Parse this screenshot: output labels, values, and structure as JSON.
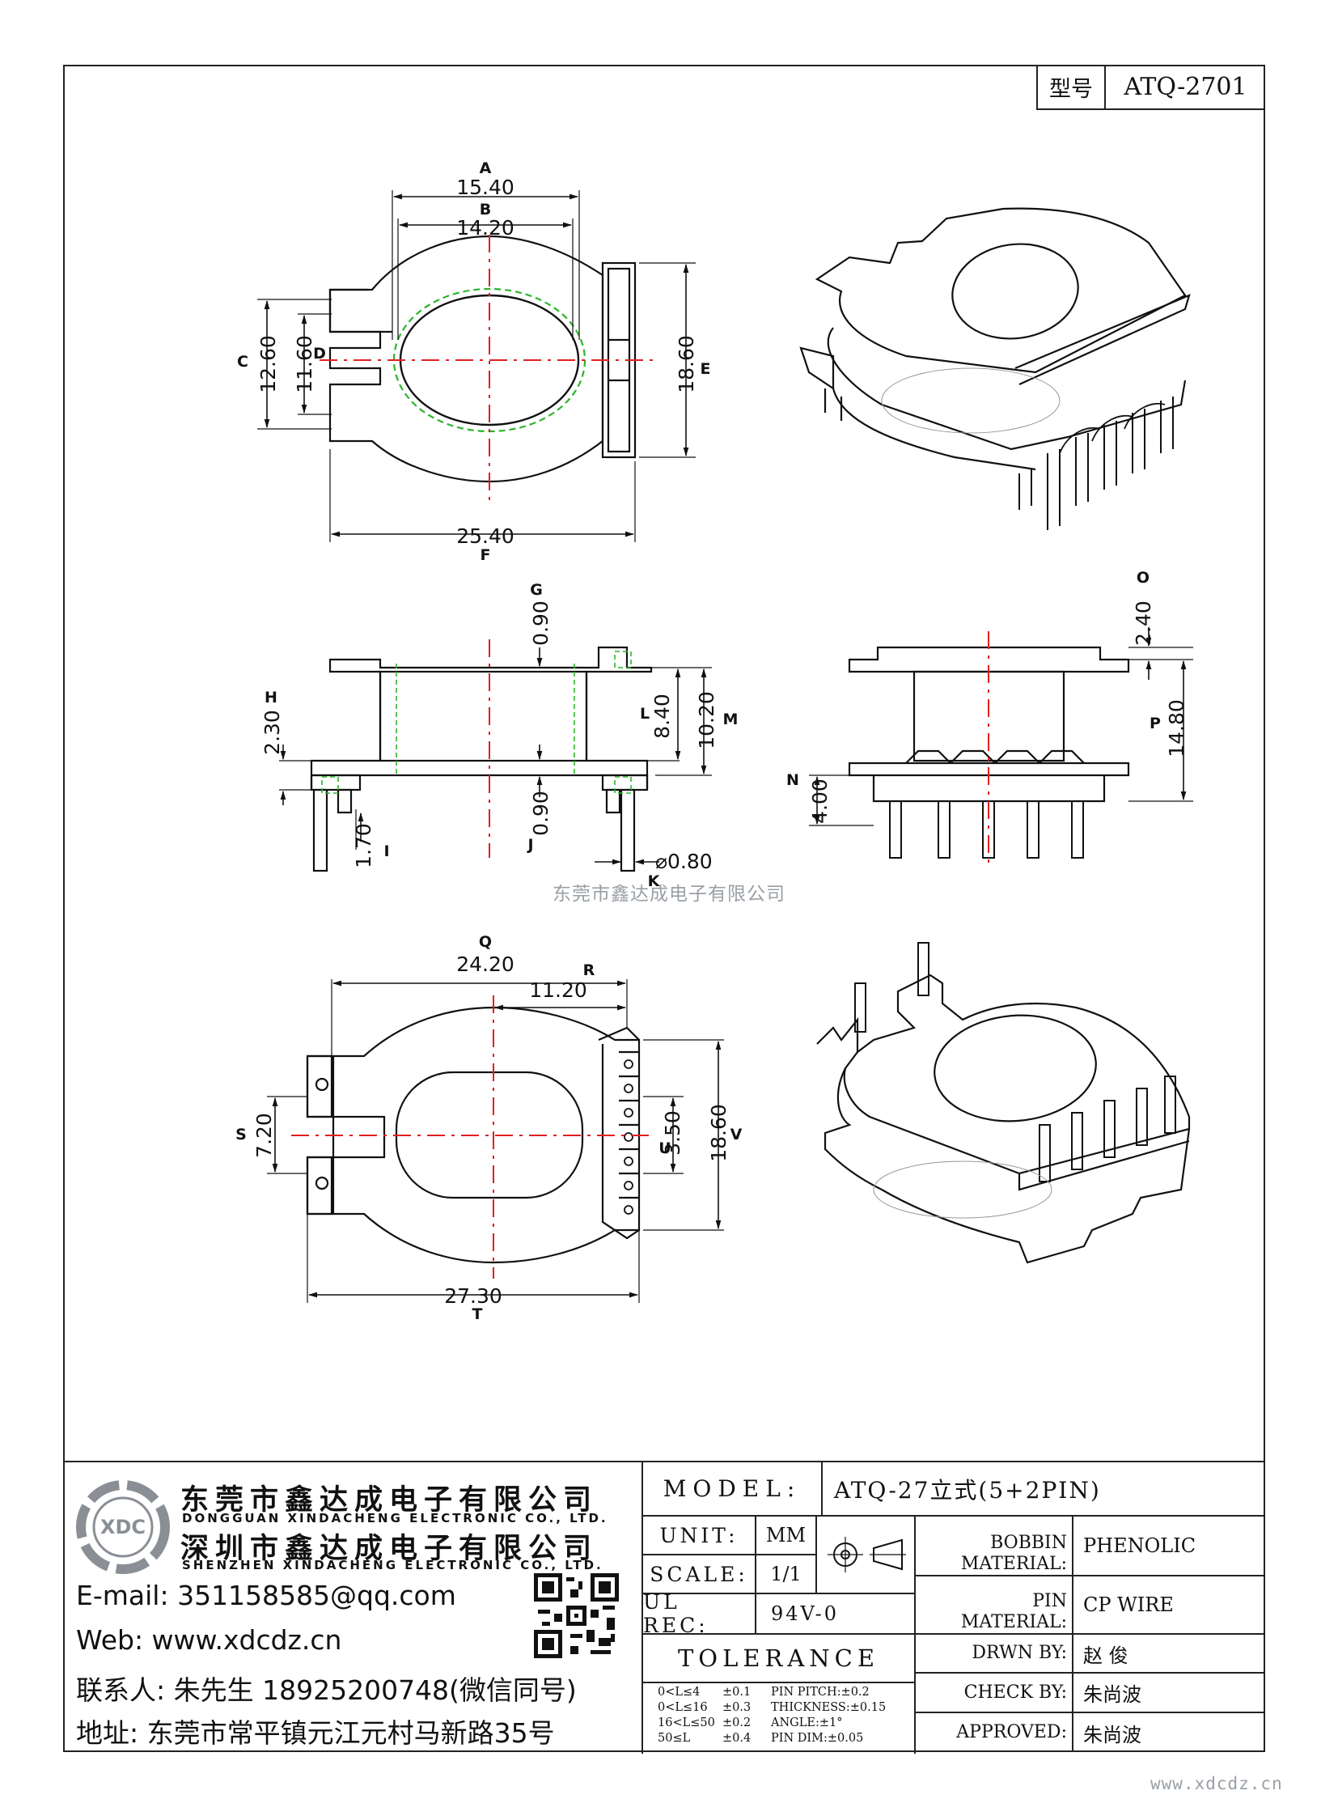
{
  "header": {
    "type_label": "型号",
    "type_value": "ATQ-2701"
  },
  "watermark": "东莞市鑫达成电子有限公司",
  "footer_url": "www.xdcdz.cn",
  "dimensions": {
    "top_view": {
      "A": {
        "letter": "A",
        "value": "15.40"
      },
      "B": {
        "letter": "B",
        "value": "14.20"
      },
      "C": {
        "letter": "C",
        "value": "12.60"
      },
      "D": {
        "letter": "D",
        "value": "11.60"
      },
      "E": {
        "letter": "E",
        "value": "18.60"
      },
      "F": {
        "letter": "F",
        "value": "25.40"
      }
    },
    "side_view": {
      "G": {
        "letter": "G",
        "value": "0.90"
      },
      "H": {
        "letter": "H",
        "value": "2.30"
      },
      "I": {
        "letter": "I",
        "value": "1.70"
      },
      "J": {
        "letter": "J",
        "value": "0.90"
      },
      "K": {
        "letter": "K",
        "value": "⌀0.80"
      },
      "L": {
        "letter": "L",
        "value": "8.40"
      },
      "M": {
        "letter": "M",
        "value": "10.20"
      }
    },
    "front_view": {
      "O": {
        "letter": "O",
        "value": "2.40"
      },
      "P": {
        "letter": "P",
        "value": "14.80"
      },
      "N": {
        "letter": "N",
        "value": "4.00"
      }
    },
    "bottom_view": {
      "Q": {
        "letter": "Q",
        "value": "24.20"
      },
      "R": {
        "letter": "R",
        "value": "11.20"
      },
      "S": {
        "letter": "S",
        "value": "7.20"
      },
      "U": {
        "letter": "U",
        "value": "3.50"
      },
      "V": {
        "letter": "V",
        "value": "18.60"
      },
      "T": {
        "letter": "T",
        "value": "27.30"
      }
    }
  },
  "company": {
    "name_cn_1": "东莞市鑫达成电子有限公司",
    "name_en_1": "DONGGUAN XINDACHENG ELECTRONIC CO., LTD.",
    "name_cn_2": "深圳市鑫达成电子有限公司",
    "name_en_2": "SHENZHEN XINDACHENG ELECTRONIC CO., LTD.",
    "logo_text": "XDC",
    "email": "E-mail: 351158585@qq.com",
    "web": "Web: www.xdcdz.cn",
    "contact": "联系人: 朱先生 18925200748(微信同号)",
    "address": "地址: 东莞市常平镇元江元村马新路35号"
  },
  "spec": {
    "model_label": "MODEL:",
    "model_value": "ATQ-27立式(5+2PIN)",
    "unit_label": "UNIT:",
    "unit_value": "MM",
    "scale_label": "SCALE:",
    "scale_value": "1/1",
    "ul_label": "UL REC:",
    "ul_value": "94V-0",
    "tolerance_label": "TOLERANCE",
    "bobbin_label_1": "BOBBIN",
    "bobbin_label_2": "MATERIAL:",
    "bobbin_value": "PHENOLIC",
    "pin_label_1": "PIN",
    "pin_label_2": "MATERIAL:",
    "pin_value": "CP WIRE",
    "drawn_label": "DRWN BY:",
    "drawn_value": "赵  俊",
    "check_label": "CHECK BY:",
    "check_value": "朱尚波",
    "approved_label": "APPROVED:",
    "approved_value": "朱尚波",
    "tolerance_rows": [
      {
        "range": "0<L≤4",
        "tol": "±0.1",
        "item": "PIN PITCH:±0.2"
      },
      {
        "range": "0<L≤16",
        "tol": "±0.3",
        "item": "THICKNESS:±0.15"
      },
      {
        "range": "16<L≤50",
        "tol": "±0.2",
        "item": "ANGLE:±1°"
      },
      {
        "range": "50≤L",
        "tol": "±0.4",
        "item": "PIN DIM:±0.05"
      }
    ]
  }
}
